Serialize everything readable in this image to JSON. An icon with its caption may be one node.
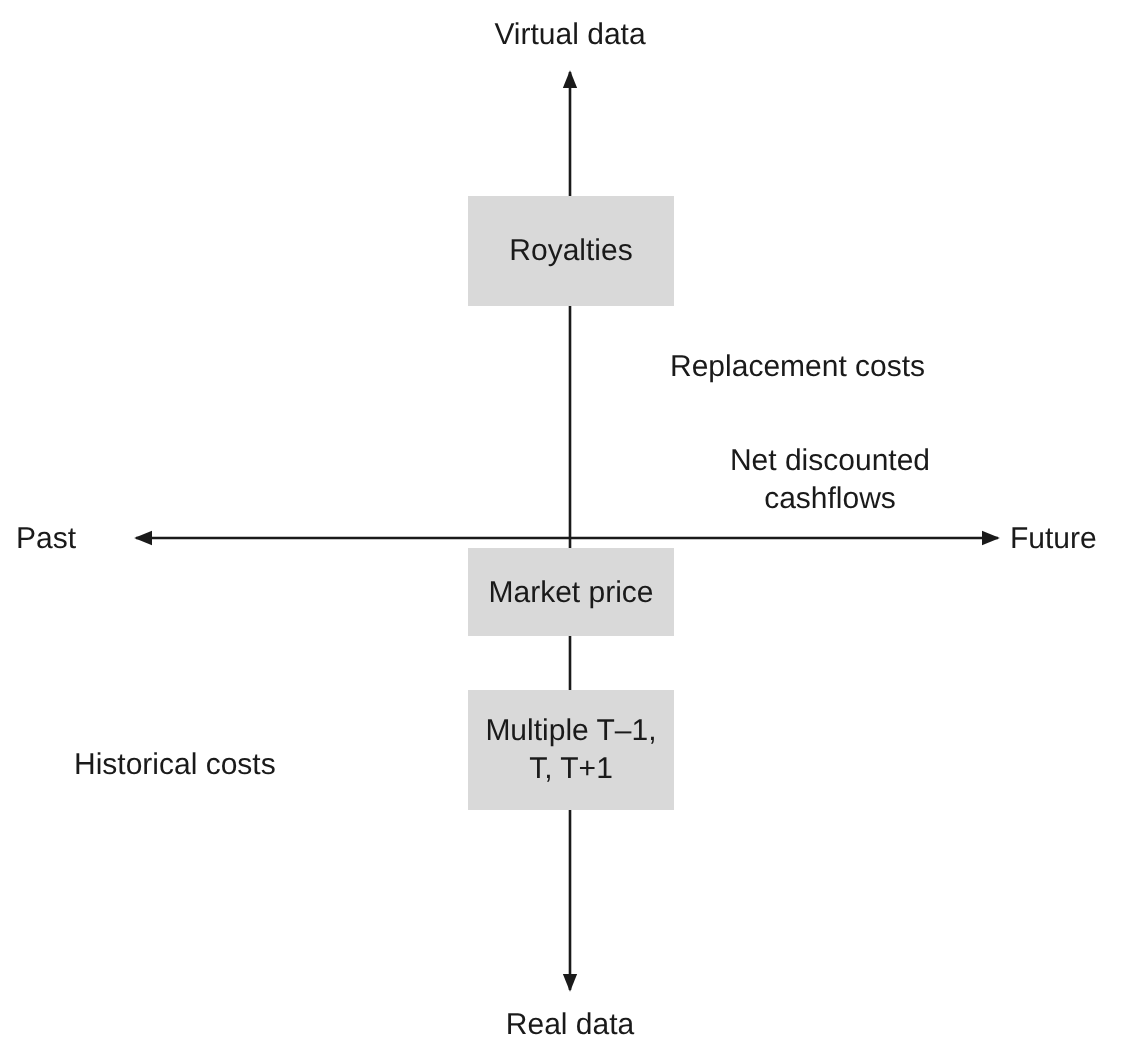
{
  "diagram": {
    "nodes": [
      {
        "text": [
          "Royalties"
        ]
      },
      {
        "text": [
          "Market price"
        ]
      },
      {
        "text": [
          "Multiple T–1, T, T+1"
        ]
      }
    ],
    "labels": [
      "Virtual data",
      "Replacement costs",
      "Net discounted cashflows",
      "Past",
      "Future",
      "Historical costs",
      "Real data"
    ]
  }
}
